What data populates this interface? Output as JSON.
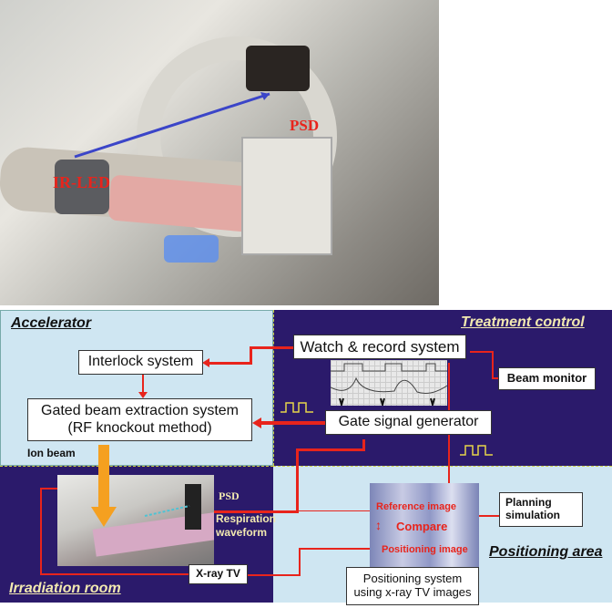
{
  "photo": {
    "psd_label": "PSD",
    "irled_label": "IR-LED"
  },
  "zones": {
    "accelerator": "Accelerator",
    "treatment_control": "Treatment control",
    "irradiation_room": "Irradiation room",
    "positioning_area": "Positioning area"
  },
  "boxes": {
    "watch_record": "Watch & record system",
    "interlock": "Interlock system",
    "beam_monitor": "Beam monitor",
    "gated_beam_line1": "Gated beam extraction system",
    "gated_beam_line2": "(RF knockout method)",
    "gate_signal": "Gate signal generator",
    "planning_line1": "Planning",
    "planning_line2": "simulation",
    "xray_tv": "X-ray TV",
    "positioning_line1": "Positioning system",
    "positioning_line2": "using x-ray TV images"
  },
  "labels": {
    "ion_beam": "Ion beam",
    "psd": "PSD",
    "respiration_line1": "Respiration",
    "respiration_line2": "waveform",
    "reference_image": "Reference image",
    "compare": "Compare",
    "positioning_image": "Positioning image"
  },
  "colors": {
    "arrow": "#e8241c",
    "dark_zone": "#2b1a6b",
    "light_zone": "#cfe6f2",
    "beam": "#f5a020"
  }
}
